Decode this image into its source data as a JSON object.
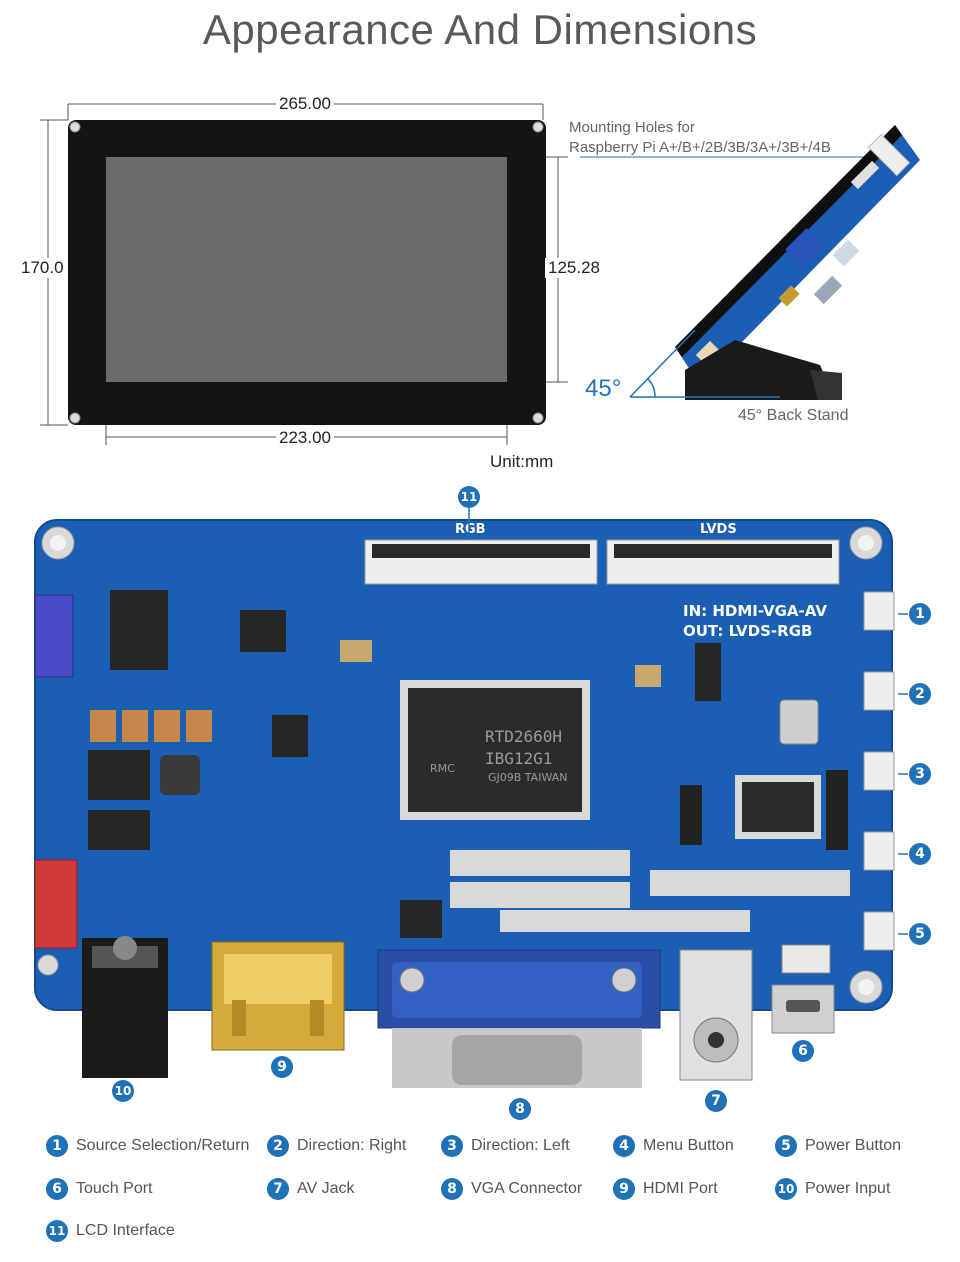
{
  "title": "Appearance And Dimensions",
  "dimensions": {
    "width": "265.00",
    "height": "170.0",
    "display_height": "125.28",
    "display_width": "223.00",
    "unit": "Unit:mm"
  },
  "side_view": {
    "mounting_note_line1": "Mounting Holes for",
    "mounting_note_line2": "Raspberry Pi A+/B+/2B/3B/3A+/3B+/4B",
    "angle": "45°",
    "stand_label": "45° Back Stand"
  },
  "board": {
    "rgb_label": "RGB",
    "lvds_label": "LVDS",
    "io_line1": "IN: HDMI-VGA-AV",
    "io_line2": "OUT: LVDS-RGB",
    "chip_line1": "RTD2660H",
    "chip_line2": "IBG12G1",
    "chip_line3": "GJ09B TAIWAN",
    "chip_brand": "RMC"
  },
  "callouts": [
    "1",
    "2",
    "3",
    "4",
    "5",
    "6",
    "7",
    "8",
    "9",
    "10",
    "11"
  ],
  "legend": [
    {
      "num": "1",
      "label": "Source Selection/Return"
    },
    {
      "num": "2",
      "label": "Direction: Right"
    },
    {
      "num": "3",
      "label": "Direction: Left"
    },
    {
      "num": "4",
      "label": "Menu Button"
    },
    {
      "num": "5",
      "label": "Power Button"
    },
    {
      "num": "6",
      "label": "Touch Port"
    },
    {
      "num": "7",
      "label": "AV Jack"
    },
    {
      "num": "8",
      "label": "VGA Connector"
    },
    {
      "num": "9",
      "label": "HDMI Port"
    },
    {
      "num": "10",
      "label": "Power Input"
    },
    {
      "num": "11",
      "label": "LCD Interface"
    }
  ],
  "colors": {
    "badge": "#1f72b8",
    "pcb": "#1a5fb4",
    "bezel": "#141414",
    "screen": "#6b6b6b"
  }
}
